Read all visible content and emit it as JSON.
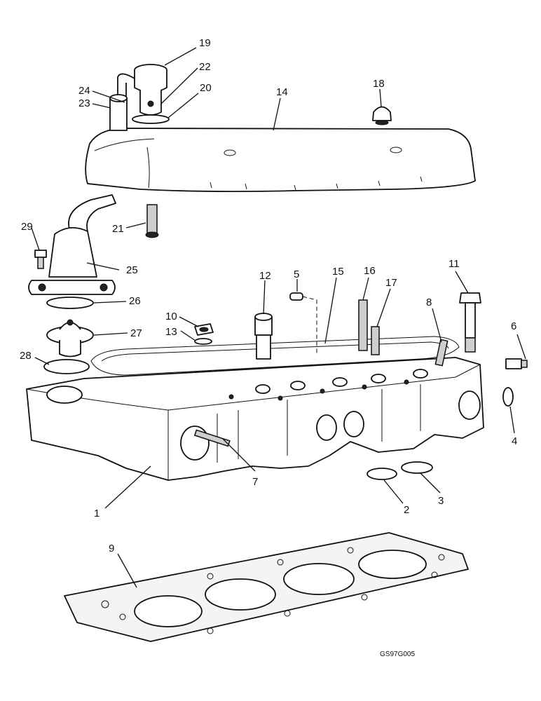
{
  "callouts": {
    "c1": "1",
    "c2": "2",
    "c3": "3",
    "c4": "4",
    "c5": "5",
    "c6": "6",
    "c7": "7",
    "c8": "8",
    "c9": "9",
    "c10": "10",
    "c11": "11",
    "c12": "12",
    "c13": "13",
    "c14": "14",
    "c15": "15",
    "c16": "16",
    "c17": "17",
    "c18": "18",
    "c19": "19",
    "c20": "20",
    "c21": "21",
    "c22": "22",
    "c23": "23",
    "c24": "24",
    "c25": "25",
    "c26": "26",
    "c27": "27",
    "c28": "28",
    "c29": "29"
  },
  "reference_code": "GS97G005"
}
